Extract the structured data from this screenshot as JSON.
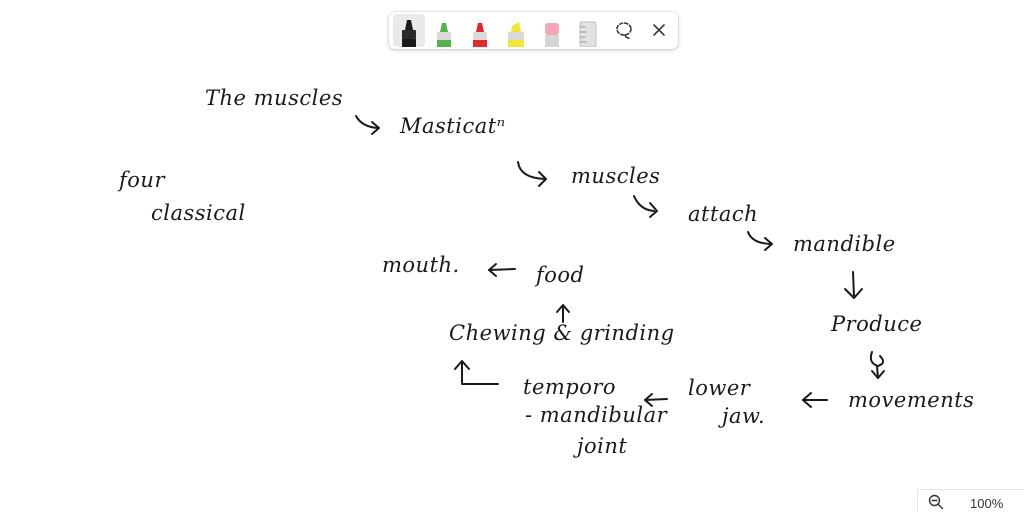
{
  "toolbar": {
    "tools": [
      {
        "name": "black-pen",
        "icon": "black-marker-icon",
        "color": "#1a1a1a",
        "selected": true
      },
      {
        "name": "green-pen",
        "icon": "green-marker-icon",
        "color": "#55b24a",
        "selected": false
      },
      {
        "name": "red-pen",
        "icon": "red-marker-icon",
        "color": "#e02a2a",
        "selected": false
      },
      {
        "name": "yellow-highlighter",
        "icon": "yellow-highlighter-icon",
        "color": "#f2e63a",
        "selected": false
      },
      {
        "name": "eraser",
        "icon": "eraser-icon",
        "color": "#f2a6b6",
        "selected": false
      },
      {
        "name": "ruler",
        "icon": "ruler-icon",
        "color": "#d8d8d8",
        "selected": false
      }
    ],
    "lasso_icon": "lasso-select-icon",
    "close_icon": "close-icon"
  },
  "ink_notes": {
    "the_muscles": "The muscles",
    "masticat": "Masticatⁿ",
    "muscles": "muscles",
    "attach": "attach",
    "mandible": "mandible",
    "produce": "Produce",
    "movements": "movements",
    "lower": "lower",
    "jaw": "jaw.",
    "temporo": "temporo",
    "mandibular": "- mandibular",
    "joint": "joint",
    "chewing": "Chewing & grinding",
    "food": "food",
    "mouth": "mouth.",
    "four": "four",
    "classical": "classical"
  },
  "zoom": {
    "icon": "zoom-out-icon",
    "level": "100%"
  }
}
